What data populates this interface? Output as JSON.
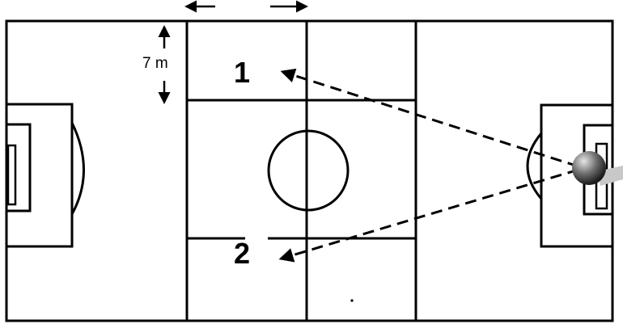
{
  "diagram": {
    "distance_label": "7 m",
    "zones": [
      {
        "label": "1"
      },
      {
        "label": "2"
      }
    ],
    "colors": {
      "line": "#000000",
      "ball": "#555555",
      "ball_shadow": "#c8c8c8"
    },
    "icons": {
      "ball": "ball-icon",
      "arrow": "arrow-icon"
    }
  }
}
